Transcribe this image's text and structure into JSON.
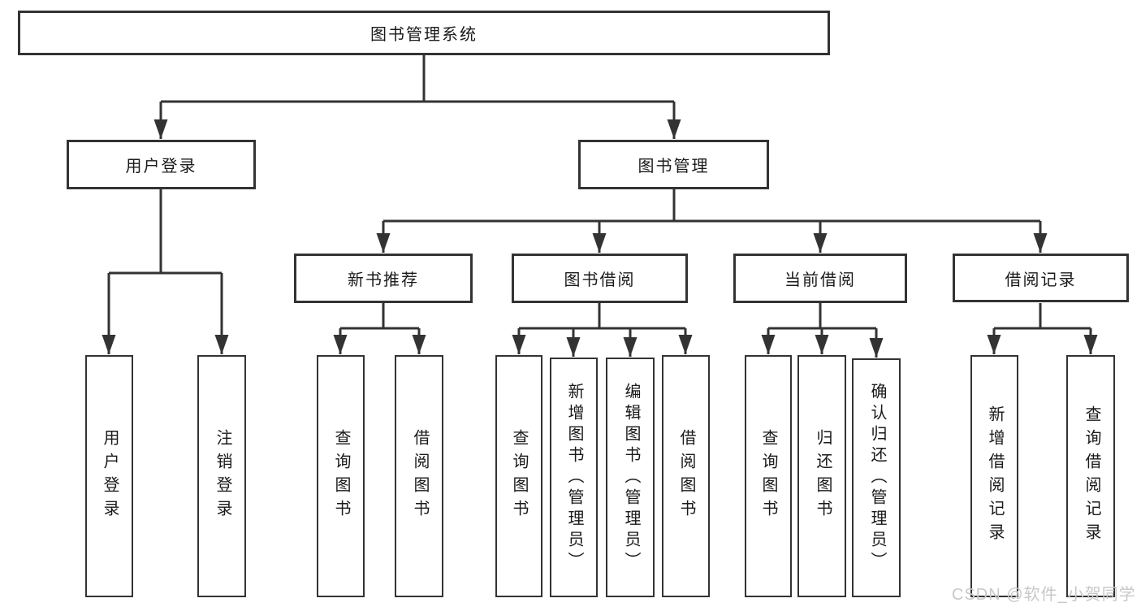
{
  "diagram_type": "hierarchy-tree",
  "colors": {
    "line": "#333333",
    "text": "#1a1a1a",
    "background": "#ffffff",
    "watermark": "#c8c8c8"
  },
  "watermark": "CSDN @软件_小贺同学",
  "nodes": {
    "root": {
      "label": "图书管理系统"
    },
    "user_login": {
      "label": "用户登录"
    },
    "book_mgmt": {
      "label": "图书管理"
    },
    "new_book_rec": {
      "label": "新书推荐"
    },
    "book_borrow": {
      "label": "图书借阅"
    },
    "current_borrow": {
      "label": "当前借阅"
    },
    "borrow_record": {
      "label": "借阅记录"
    },
    "leaf_user_login": {
      "label": "用户登录"
    },
    "leaf_logout": {
      "label": "注销登录"
    },
    "leaf_query_book_1": {
      "label": "查询图书"
    },
    "leaf_borrow_book_1": {
      "label": "借阅图书"
    },
    "leaf_query_book_2": {
      "label": "查询图书"
    },
    "leaf_add_book": {
      "label": "新增图书（管理员）"
    },
    "leaf_edit_book": {
      "label": "编辑图书（管理员）"
    },
    "leaf_borrow_book_2": {
      "label": "借阅图书"
    },
    "leaf_query_book_3": {
      "label": "查询图书"
    },
    "leaf_return_book": {
      "label": "归还图书"
    },
    "leaf_confirm_return": {
      "label": "确认归还（管理员）"
    },
    "leaf_add_record": {
      "label": "新增借阅记录"
    },
    "leaf_query_record": {
      "label": "查询借阅记录"
    }
  },
  "edges": [
    {
      "from": "root",
      "to": "user_login"
    },
    {
      "from": "root",
      "to": "book_mgmt"
    },
    {
      "from": "user_login",
      "to": "leaf_user_login"
    },
    {
      "from": "user_login",
      "to": "leaf_logout"
    },
    {
      "from": "book_mgmt",
      "to": "new_book_rec"
    },
    {
      "from": "book_mgmt",
      "to": "book_borrow"
    },
    {
      "from": "book_mgmt",
      "to": "current_borrow"
    },
    {
      "from": "book_mgmt",
      "to": "borrow_record"
    },
    {
      "from": "new_book_rec",
      "to": "leaf_query_book_1"
    },
    {
      "from": "new_book_rec",
      "to": "leaf_borrow_book_1"
    },
    {
      "from": "book_borrow",
      "to": "leaf_query_book_2"
    },
    {
      "from": "book_borrow",
      "to": "leaf_add_book"
    },
    {
      "from": "book_borrow",
      "to": "leaf_edit_book"
    },
    {
      "from": "book_borrow",
      "to": "leaf_borrow_book_2"
    },
    {
      "from": "current_borrow",
      "to": "leaf_query_book_3"
    },
    {
      "from": "current_borrow",
      "to": "leaf_return_book"
    },
    {
      "from": "current_borrow",
      "to": "leaf_confirm_return"
    },
    {
      "from": "borrow_record",
      "to": "leaf_add_record"
    },
    {
      "from": "borrow_record",
      "to": "leaf_query_record"
    }
  ]
}
